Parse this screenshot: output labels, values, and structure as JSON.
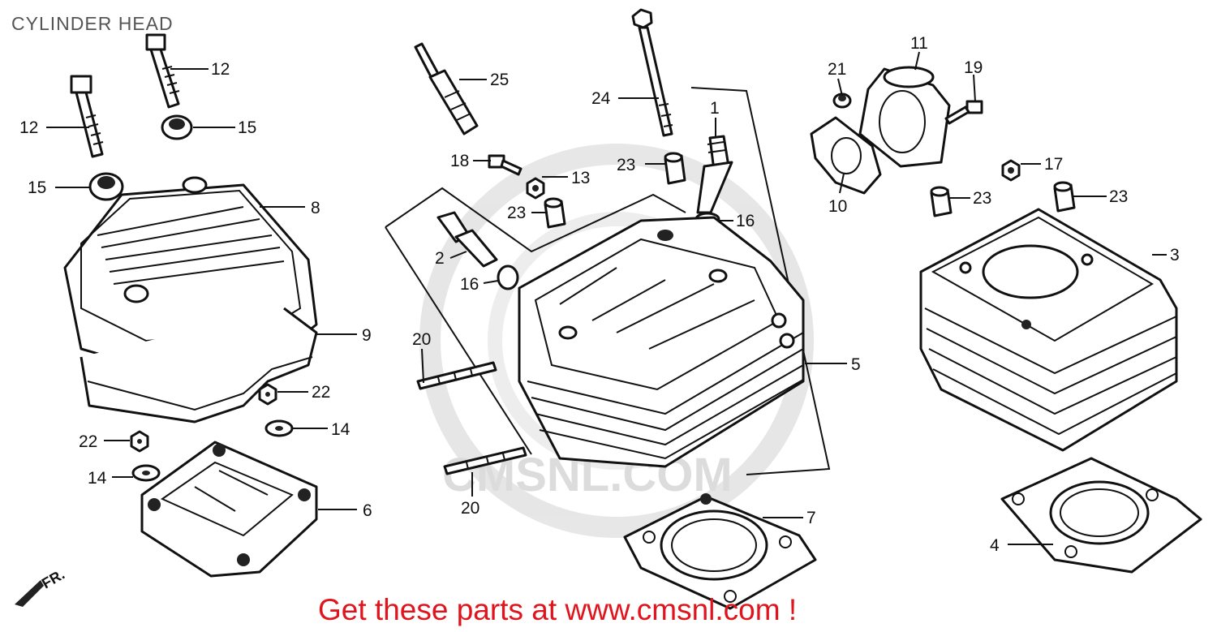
{
  "title": "CYLINDER HEAD",
  "banner": "Get these parts at www.cmsnl.com !",
  "watermark": "CMSNL.COM",
  "front_marker": "FR.",
  "colors": {
    "banner": "#e0141c",
    "lines": "#111111",
    "watermark": "#d9d9d9",
    "title": "#555555"
  },
  "callouts": {
    "c1": "1",
    "c2": "2",
    "c3": "3",
    "c4": "4",
    "c5": "5",
    "c6": "6",
    "c7": "7",
    "c8": "8",
    "c9": "9",
    "c10": "10",
    "c11": "11",
    "c12a": "12",
    "c12b": "12",
    "c13": "13",
    "c14a": "14",
    "c14b": "14",
    "c15a": "15",
    "c15b": "15",
    "c16a": "16",
    "c16b": "16",
    "c17": "17",
    "c18": "18",
    "c19": "19",
    "c20a": "20",
    "c20b": "20",
    "c21": "21",
    "c22a": "22",
    "c22b": "22",
    "c23a": "23",
    "c23b": "23",
    "c23c": "23",
    "c23d": "23",
    "c24": "24",
    "c25": "25"
  }
}
